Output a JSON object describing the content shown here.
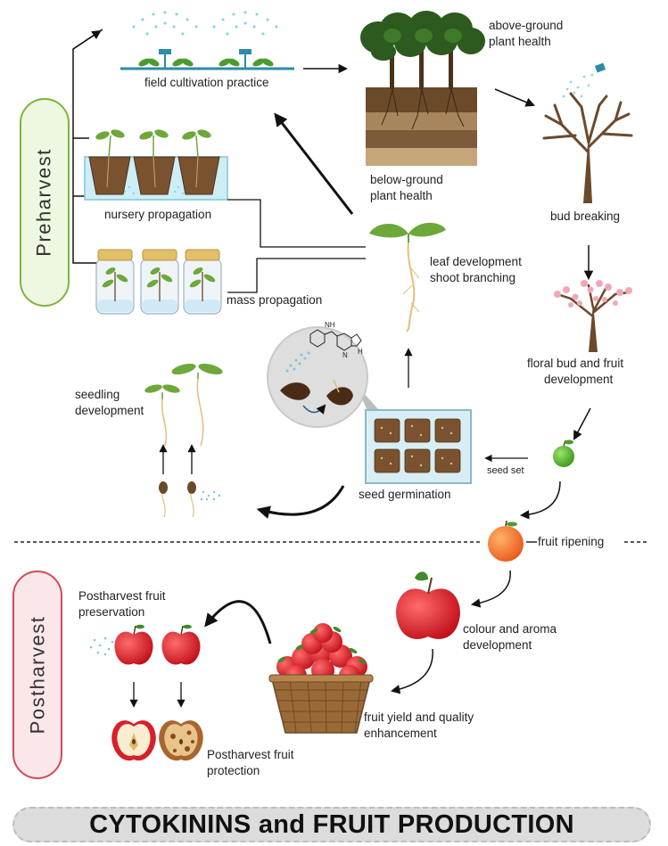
{
  "title": "CYTOKININS and FRUIT PRODUCTION",
  "sections": {
    "preharvest": "Preharvest",
    "postharvest": "Postharvest"
  },
  "labels": {
    "field_cultivation": "field cultivation practice",
    "above_ground_1": "above-ground",
    "above_ground_2": "plant health",
    "below_ground_1": "below-ground",
    "below_ground_2": "plant health",
    "bud_breaking": "bud breaking",
    "nursery": "nursery propagation",
    "leaf_dev_1": "leaf development",
    "leaf_dev_2": "shoot branching",
    "mass_prop": "mass propagation",
    "floral_1": "floral bud and fruit",
    "floral_2": "development",
    "seedling_1": "seedling",
    "seedling_2": "development",
    "seed_set": "seed set",
    "seed_germ": "seed germination",
    "fruit_ripening": "fruit ripening",
    "post_pres_1": "Postharvest fruit",
    "post_pres_2": "preservation",
    "colour_1": "colour and aroma",
    "colour_2": "development",
    "yield_1": "fruit yield and quality",
    "yield_2": "enhancement",
    "post_prot_1": "Postharvest fruit",
    "post_prot_2": "protection",
    "molecule_nh": "NH",
    "molecule_n": "N",
    "molecule_h": "H"
  },
  "colors": {
    "preharvest_border": "#7fb53c",
    "postharvest_border": "#d24a5a",
    "apple_red": "#d8202a",
    "leaf_green": "#5aa83a",
    "soil_brown": "#7a5230"
  }
}
